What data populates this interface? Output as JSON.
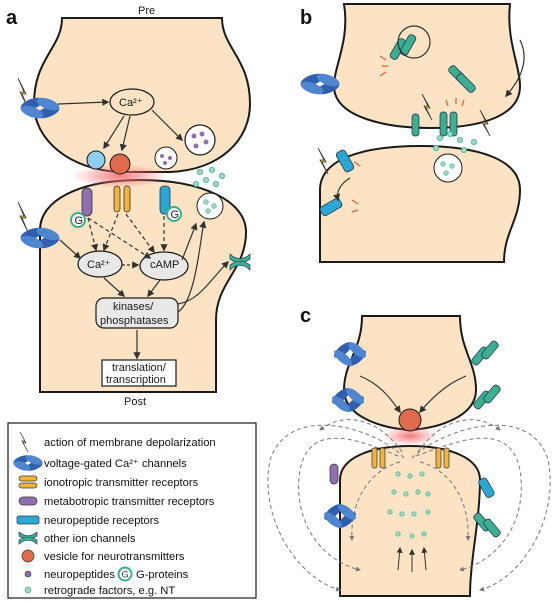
{
  "panels": {
    "a": {
      "label": "a",
      "pre": "Pre",
      "post": "Post",
      "ca_pre": "Ca²⁺",
      "ca_post": "Ca²⁺",
      "camp": "cAMP",
      "kinases_1": "kinases/",
      "kinases_2": "phosphatases",
      "translation_1": "translation/",
      "translation_2": "transcription"
    },
    "b": {
      "label": "b"
    },
    "c": {
      "label": "c"
    }
  },
  "legend": {
    "items": [
      {
        "icon": "lightning-icon",
        "text": "action of membrane depolarization"
      },
      {
        "icon": "voltage-gated-channel-icon",
        "text": "voltage-gated Ca²⁺ channels"
      },
      {
        "icon": "ionotropic-receptor-icon",
        "text": "ionotropic transmitter receptors"
      },
      {
        "icon": "metabotropic-receptor-icon",
        "text": "metabotropic transmitter receptors"
      },
      {
        "icon": "neuropeptide-receptor-icon",
        "text": "neuropeptide receptors"
      },
      {
        "icon": "other-ion-channel-icon",
        "text": "other ion channels"
      },
      {
        "icon": "vesicle-icon",
        "text": "vesicle for neurotransmitters"
      }
    ],
    "neuropeptides": "neuropeptides",
    "gproteins": "G-proteins",
    "retrograde": "retrograde factors, e.g. NT"
  },
  "colors": {
    "cell": "#fbe3c4",
    "cell_stroke": "#1a1a1a",
    "voltage_channel": "#2f5fae",
    "ionotropic": "#f2b53a",
    "metabotropic": "#8f6fb0",
    "neuropeptide_receptor": "#29a8d8",
    "other_channel": "#3bb08e",
    "vesicle": "#e06a4e",
    "glow": "#f28b8b"
  }
}
